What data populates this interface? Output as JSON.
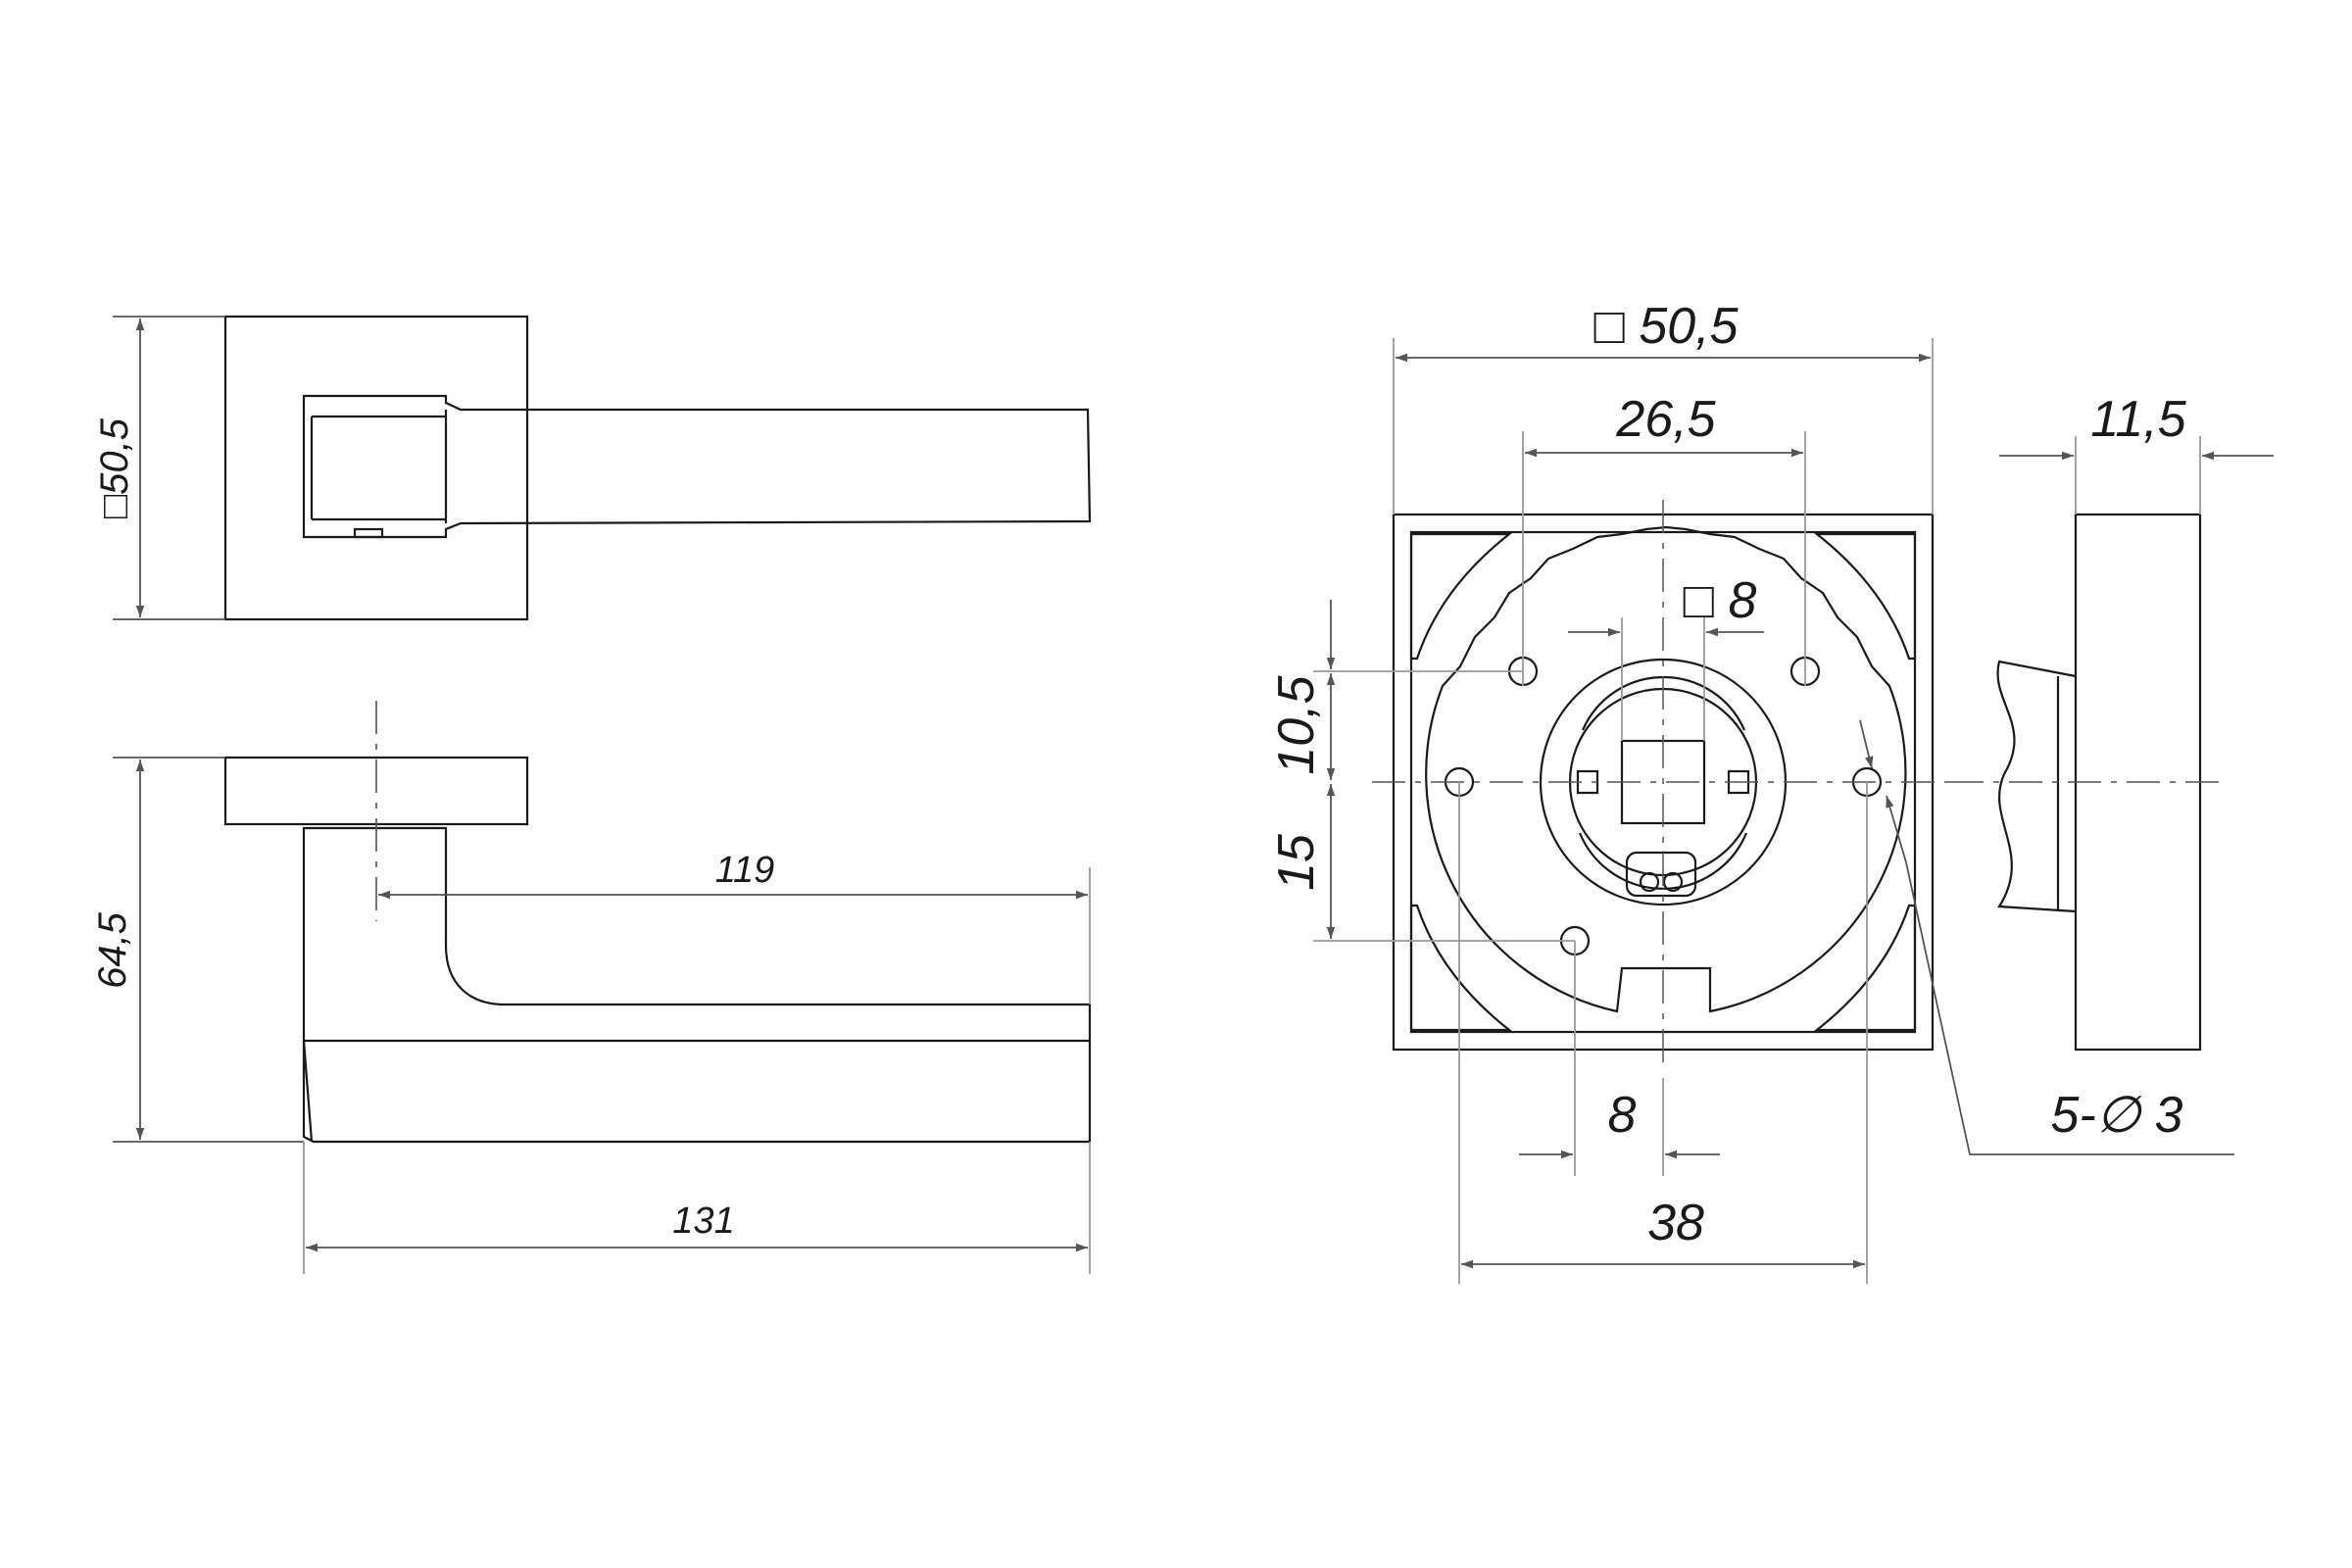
{
  "colors": {
    "background": "#ffffff",
    "outline": "#1a1a1a",
    "dimension": "#555555",
    "extension": "#9a9a9a"
  },
  "top_view": {
    "rose_height_label": "□50,5"
  },
  "side_view": {
    "height_label": "64,5",
    "lever_reach_label": "119",
    "total_length_label": "131"
  },
  "rosette_view": {
    "width_label": "□ 50,5",
    "hole_pitch_top_label": "26,5",
    "spindle_label": "□ 8",
    "offset_upper_label": "10,5",
    "offset_lower_label": "15",
    "slot_offset_label": "8",
    "hole_pitch_bottom_label": "38",
    "holes_label": "5-∅ 3"
  },
  "profile_view": {
    "thickness_label": "11,5"
  }
}
